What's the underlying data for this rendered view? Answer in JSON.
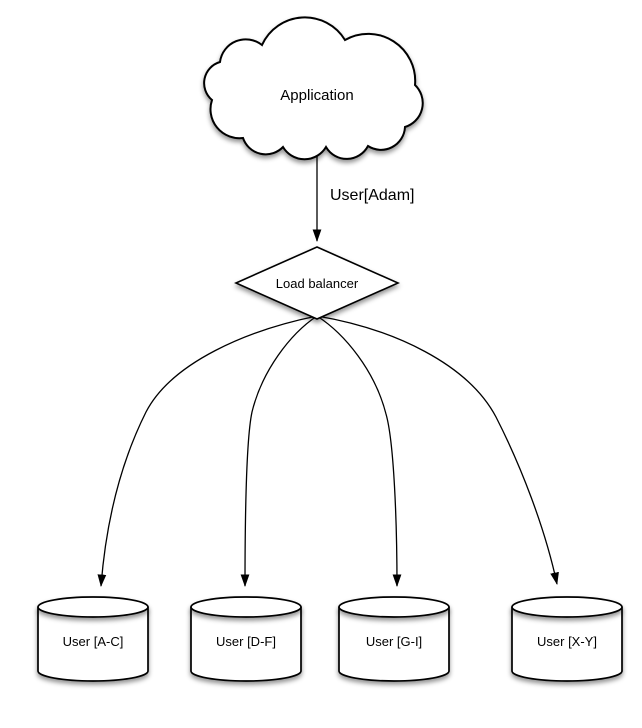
{
  "diagram": {
    "application": {
      "label": "Application",
      "shape": "cloud"
    },
    "edge_app_to_lb": {
      "label": "User[Adam]"
    },
    "load_balancer": {
      "label": "Load balancer",
      "shape": "diamond"
    },
    "databases": [
      {
        "label": "User [A-C]",
        "shape": "cylinder"
      },
      {
        "label": "User [D-F]",
        "shape": "cylinder"
      },
      {
        "label": "User [G-I]",
        "shape": "cylinder"
      },
      {
        "label": "User [X-Y]",
        "shape": "cylinder"
      }
    ],
    "colors": {
      "stroke": "#000000",
      "node_fill": "#ffffff",
      "background": "#ffffff"
    }
  }
}
